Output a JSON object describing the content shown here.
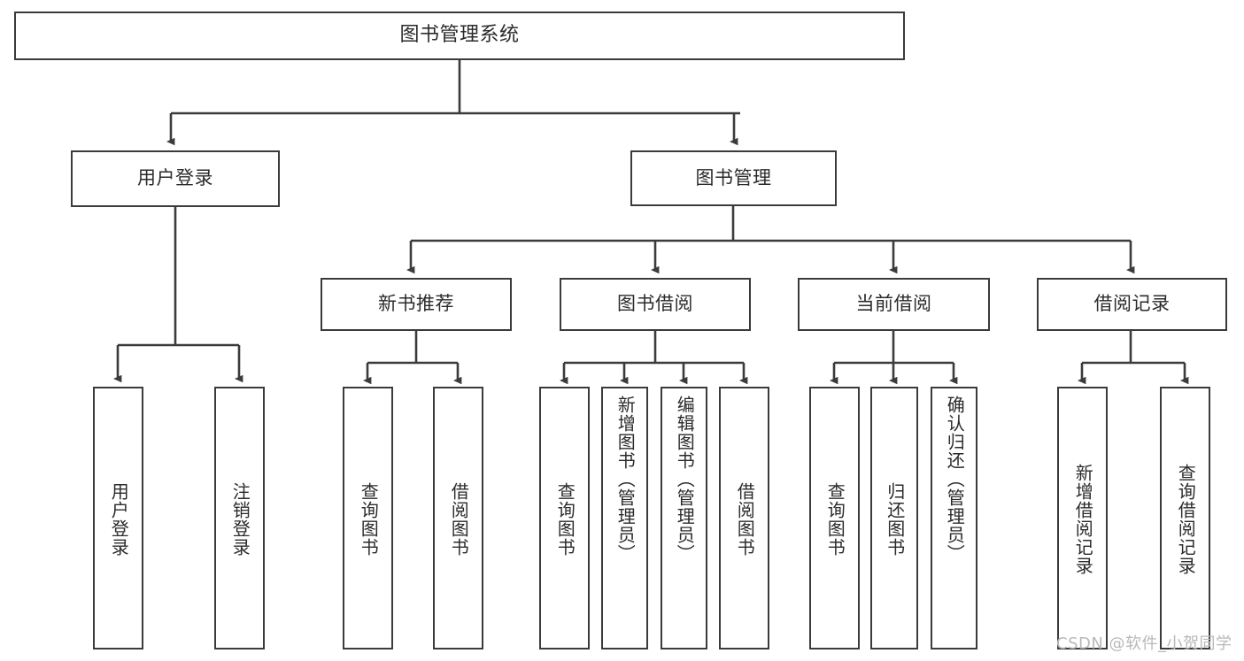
{
  "diagram": {
    "title": "图书管理系统",
    "type": "hierarchy-tree",
    "background_color": "#ffffff",
    "line_color": "#3b3b3b",
    "text_color": "#2b2b2b",
    "watermark": "CSDN @软件_小贺同学",
    "nodes": {
      "root": {
        "label": "图书管理系统"
      },
      "level1": [
        {
          "id": "user-login",
          "label": "用户登录"
        },
        {
          "id": "book-manage",
          "label": "图书管理"
        }
      ],
      "level2": [
        {
          "id": "new-book-recommend",
          "label": "新书推荐"
        },
        {
          "id": "book-borrow",
          "label": "图书借阅"
        },
        {
          "id": "current-borrow",
          "label": "当前借阅"
        },
        {
          "id": "borrow-record",
          "label": "借阅记录"
        }
      ],
      "leaves": {
        "user_login": [
          {
            "id": "leaf-user-login",
            "label": "用户登录"
          },
          {
            "id": "leaf-logout-login",
            "label": "注销登录"
          }
        ],
        "new_book_recommend": [
          {
            "id": "leaf-query-book-1",
            "label": "查询图书"
          },
          {
            "id": "leaf-borrow-book-1",
            "label": "借阅图书"
          }
        ],
        "book_borrow": [
          {
            "id": "leaf-query-book-2",
            "label": "查询图书"
          },
          {
            "id": "leaf-add-book",
            "label": "新增图书（管理员）"
          },
          {
            "id": "leaf-edit-book",
            "label": "编辑图书（管理员）"
          },
          {
            "id": "leaf-borrow-book-2",
            "label": "借阅图书"
          }
        ],
        "current_borrow": [
          {
            "id": "leaf-query-book-3",
            "label": "查询图书"
          },
          {
            "id": "leaf-return-book",
            "label": "归还图书"
          },
          {
            "id": "leaf-confirm-return",
            "label": "确认归还（管理员）"
          }
        ],
        "borrow_record": [
          {
            "id": "leaf-add-borrow-record",
            "label": "新增借阅记录"
          },
          {
            "id": "leaf-query-borrow-record",
            "label": "查询借阅记录"
          }
        ]
      }
    }
  }
}
